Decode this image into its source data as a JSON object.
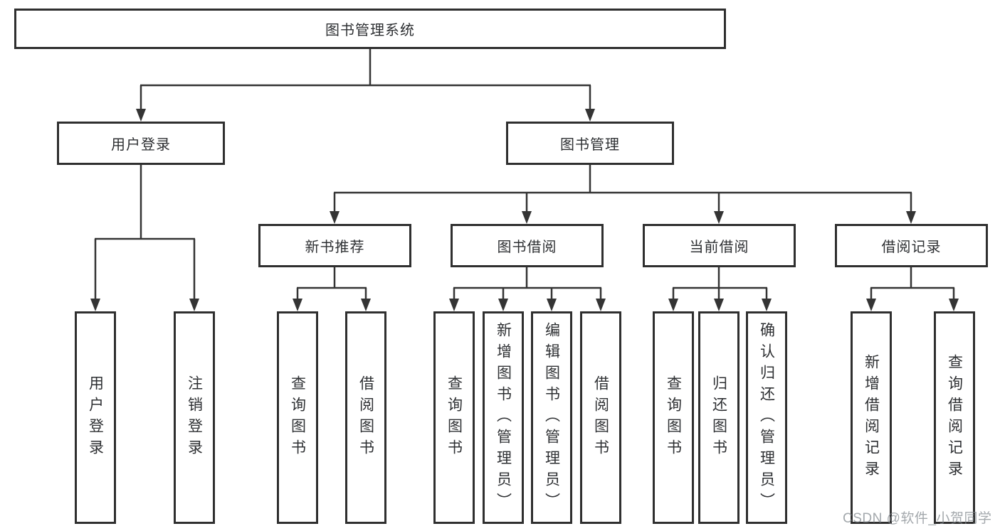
{
  "nodes": {
    "root": "图书管理系统",
    "user_login": "用户登录",
    "book_mgmt": "图书管理",
    "new_book_rec": "新书推荐",
    "book_borrow": "图书借阅",
    "current_borrow": "当前借阅",
    "borrow_records": "借阅记录",
    "leaf_user_login": "用户登录",
    "leaf_logout": "注销登录",
    "leaf_nbr_query": "查询图书",
    "leaf_nbr_borrow": "借阅图书",
    "leaf_bb_query": "查询图书",
    "leaf_bb_add": "新增图书（管理员）",
    "leaf_bb_edit": "编辑图书（管理员）",
    "leaf_bb_borrow": "借阅图书",
    "leaf_cb_query": "查询图书",
    "leaf_cb_return": "归还图书",
    "leaf_cb_confirm": "确认归还（管理员）",
    "leaf_br_add": "新增借阅记录",
    "leaf_br_query": "查询借阅记录"
  },
  "hierarchy": {
    "root": [
      "user_login",
      "book_mgmt"
    ],
    "user_login": [
      "leaf_user_login",
      "leaf_logout"
    ],
    "book_mgmt": [
      "new_book_rec",
      "book_borrow",
      "current_borrow",
      "borrow_records"
    ],
    "new_book_rec": [
      "leaf_nbr_query",
      "leaf_nbr_borrow"
    ],
    "book_borrow": [
      "leaf_bb_query",
      "leaf_bb_add",
      "leaf_bb_edit",
      "leaf_bb_borrow"
    ],
    "current_borrow": [
      "leaf_cb_query",
      "leaf_cb_return",
      "leaf_cb_confirm"
    ],
    "borrow_records": [
      "leaf_br_add",
      "leaf_br_query"
    ]
  },
  "watermark": {
    "text": "CSDN @软件_小贺同学"
  },
  "colors": {
    "line": "#343434",
    "box_border": "#2f2f2f",
    "text": "#2e3033",
    "background": "#ffffff",
    "watermark": "#80868c"
  }
}
